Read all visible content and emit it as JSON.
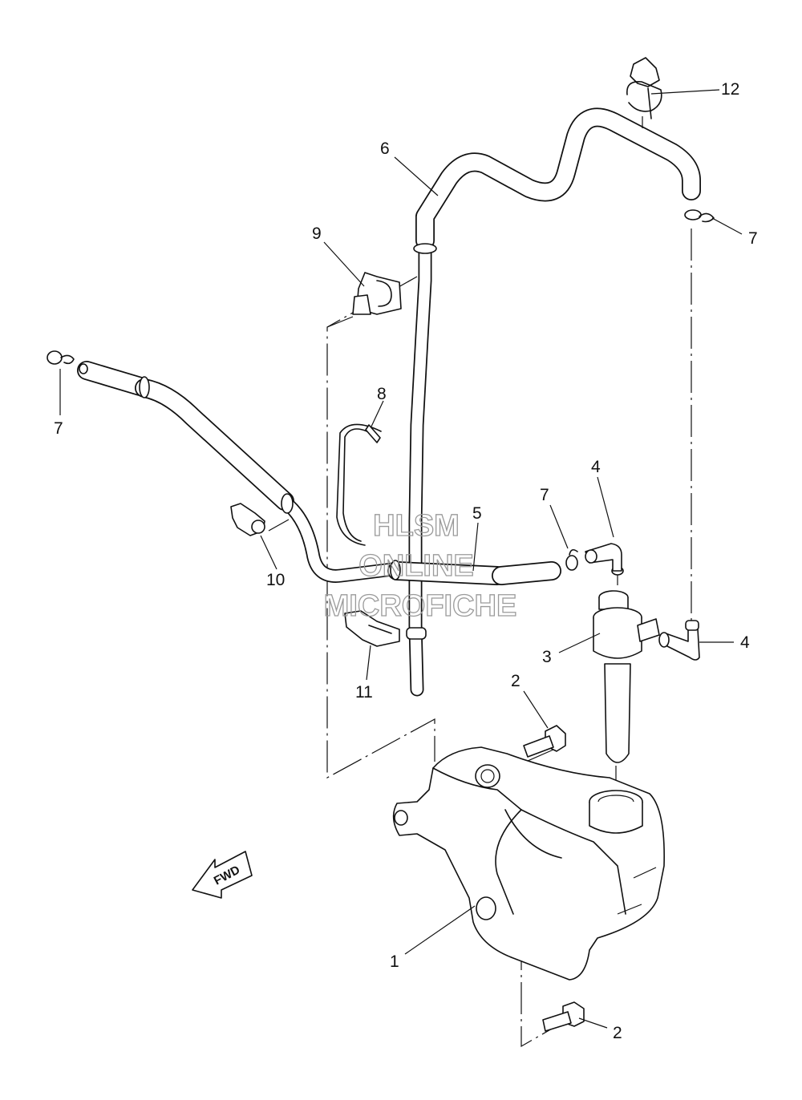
{
  "callouts": {
    "c1": "1",
    "c2a": "2",
    "c2b": "2",
    "c3": "3",
    "c4a": "4",
    "c4b": "4",
    "c5": "5",
    "c6": "6",
    "c7a": "7",
    "c7b": "7",
    "c7c": "7",
    "c8": "8",
    "c9": "9",
    "c10": "10",
    "c11": "11",
    "c12": "12"
  },
  "watermark": {
    "line1": "HLSM",
    "line2": "ONLINE",
    "line3": "MICROFICHE"
  },
  "fwd_label": "FWD"
}
